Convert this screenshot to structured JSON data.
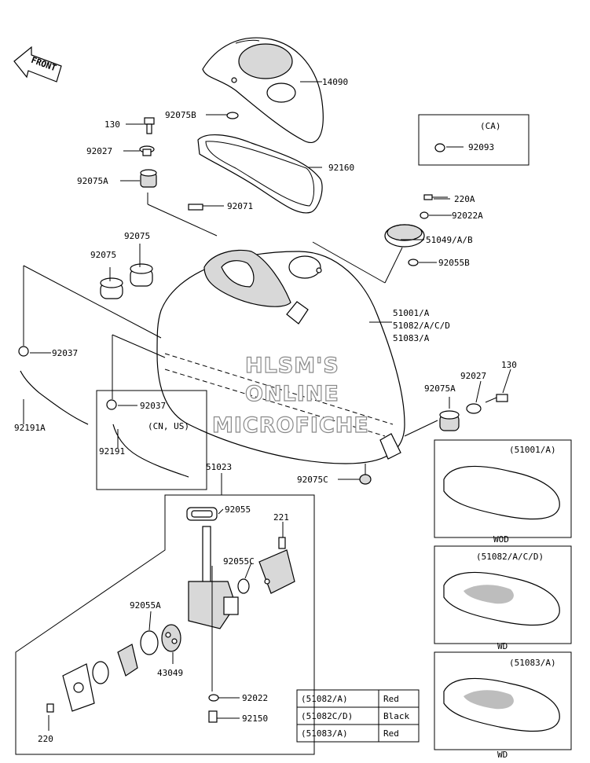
{
  "front_label": "FRONT",
  "watermark": [
    "HLSM'S",
    "ONLINE",
    "MICROFICHE"
  ],
  "parts": {
    "p14090": "14090",
    "p92075B": "92075B",
    "p130a": "130",
    "p92027a": "92027",
    "p92160": "92160",
    "p92075A_a": "92075A",
    "p92071": "92071",
    "p92075_a": "92075",
    "p92075_b": "92075",
    "p92093": "92093",
    "p220A": "220A",
    "p92022A": "92022A",
    "p51049": "51049/A/B",
    "p92055B": "92055B",
    "p51001": "51001/A",
    "p51082": "51082/A/C/D",
    "p51083": "51083/A",
    "p92037a": "92037",
    "p92191A": "92191A",
    "p92037b": "92037",
    "p92191": "92191",
    "p130b": "130",
    "p92027b": "92027",
    "p92075A_b": "92075A",
    "p92075C": "92075C",
    "p51023": "51023",
    "p92055": "92055",
    "p221": "221",
    "p92055C": "92055C",
    "p92055A": "92055A",
    "p43049": "43049",
    "p92022": "92022",
    "p92150": "92150",
    "p220": "220"
  },
  "boxes": {
    "ca": "(CA)",
    "cnus": "(CN, US)",
    "v1_title": "(51001/A)",
    "v1_caption": "WOD",
    "v2_title": "(51082/A/C/D)",
    "v2_caption": "WD",
    "v3_title": "(51083/A)",
    "v3_caption": "WD"
  },
  "color_table": [
    {
      "code": "(51082/A)",
      "color": "Red"
    },
    {
      "code": "(51082C/D)",
      "color": "Black"
    },
    {
      "code": "(51083/A)",
      "color": "Red"
    }
  ]
}
